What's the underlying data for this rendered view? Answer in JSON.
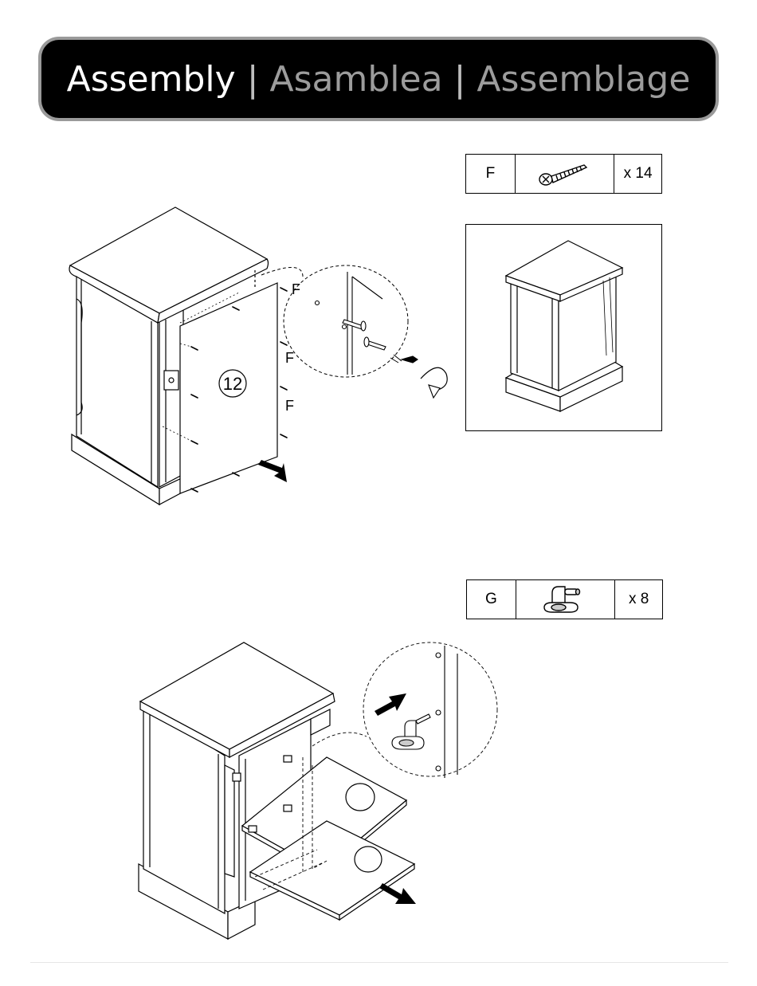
{
  "header": {
    "title_en": "Assembly",
    "title_es": "Asamblea",
    "title_fr": "Assemblage",
    "separator": "|"
  },
  "step1": {
    "part": {
      "letter": "F",
      "icon": "screw-icon",
      "quantity": "x 14"
    },
    "panel_number": "12",
    "screw_labels": [
      "F",
      "F",
      "F"
    ]
  },
  "step2": {
    "part": {
      "letter": "G",
      "icon": "shelf-pin-icon",
      "quantity": "x 8"
    }
  }
}
